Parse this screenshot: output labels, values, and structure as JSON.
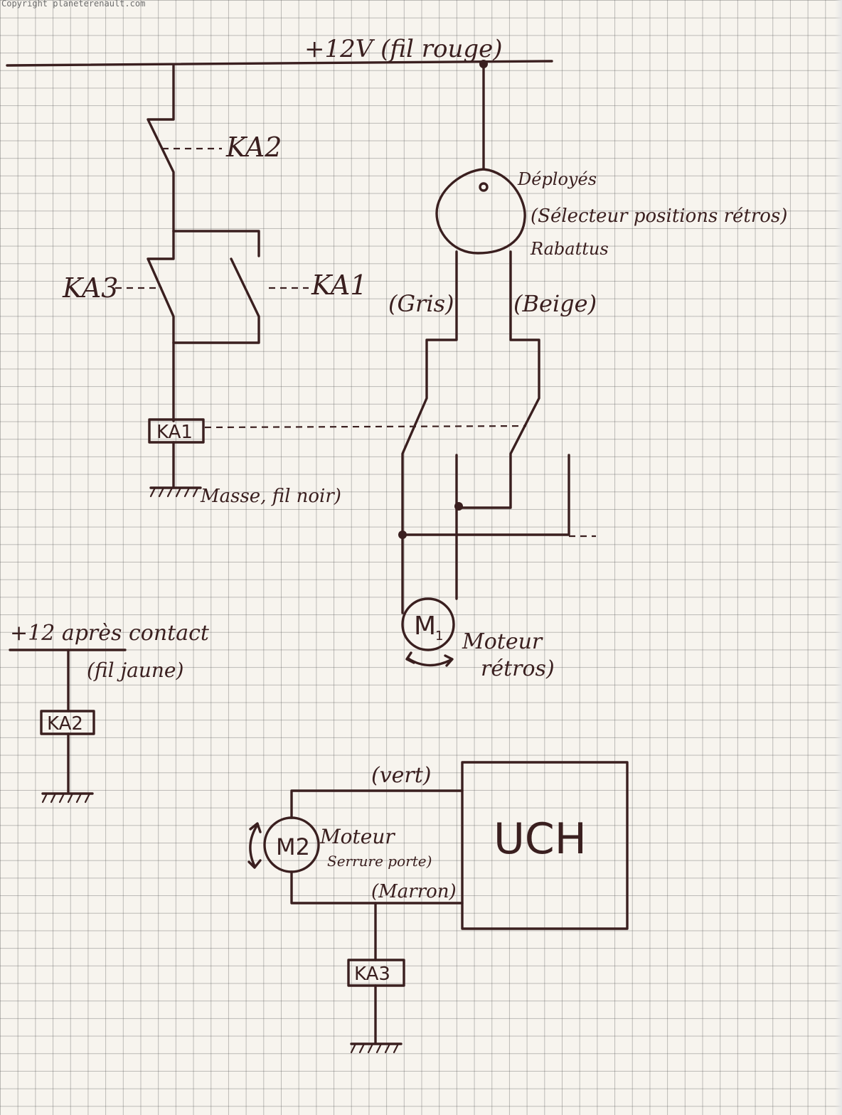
{
  "copyright": "Copyright planeterenault.com",
  "labels": {
    "supply_12v": "+12V (fil rouge)",
    "ka2_contact": "KA2",
    "ka3_contact": "KA3",
    "ka1_contact": "KA1",
    "ka1_coil": "KA1",
    "ground_1": "Masse, fil noir)",
    "selector_top": "Déployés",
    "selector_name": "(Sélecteur positions rétros)",
    "selector_bottom": "Rabattus",
    "wire_gris": "(Gris)",
    "wire_beige": "(Beige)",
    "motor1": "M",
    "motor1_sub": "1",
    "motor1_label_1": "Moteur",
    "motor1_label_2": "rétros)",
    "supply_apc_1": "+12 après contact",
    "supply_apc_2": "(fil jaune)",
    "ka2_coil": "KA2",
    "wire_vert": "(vert)",
    "uch": "UCH",
    "motor2": "M2",
    "motor2_label_1": "Moteur",
    "motor2_label_2": "Serrure porte)",
    "wire_marron": "(Marron)",
    "ka3_coil": "KA3"
  },
  "colors": {
    "ink": "#3a1f1f",
    "paper": "#f7f4ee",
    "grid": "#7a7a7a"
  }
}
